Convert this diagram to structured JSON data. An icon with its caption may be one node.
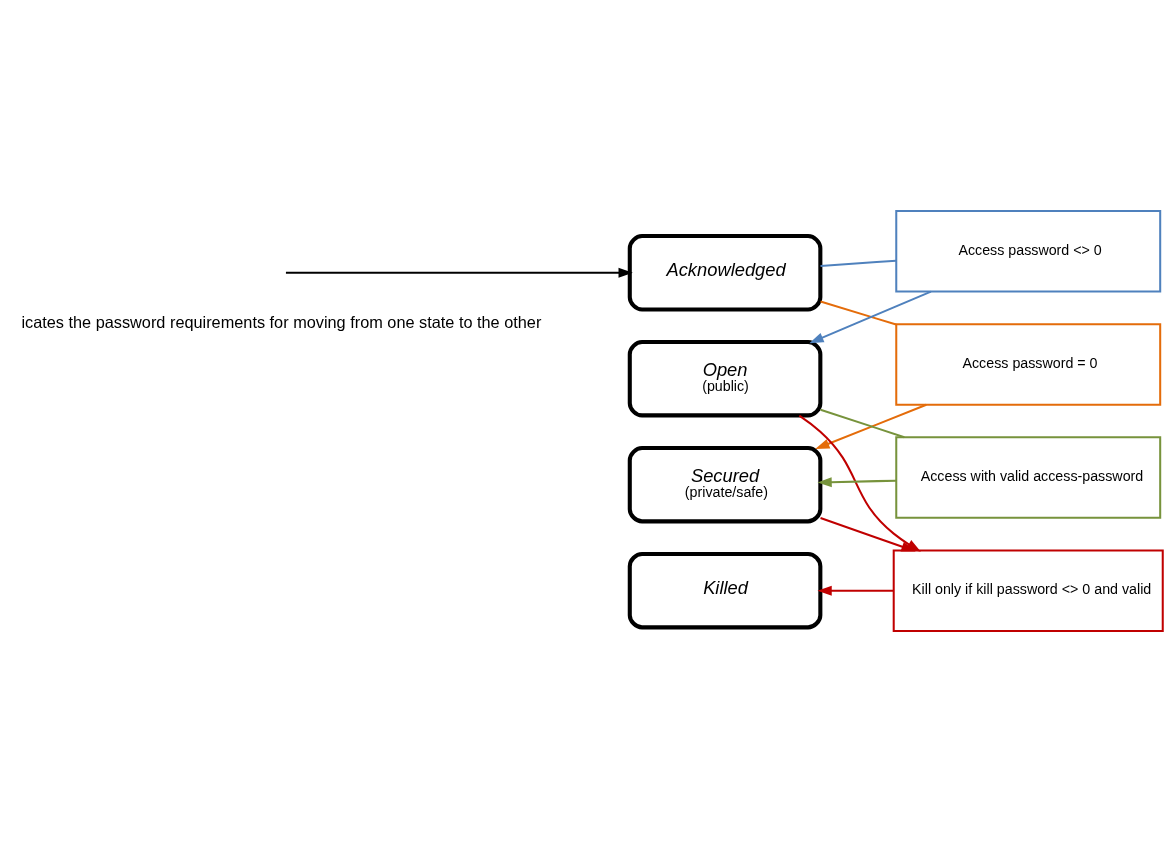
{
  "diagram": {
    "nodes": [
      {
        "text": [
          "Acknowledged"
        ]
      },
      {
        "text": [
          "Access password <> 0"
        ]
      },
      {
        "text": [
          "Access password = 0"
        ]
      },
      {
        "text": [
          "Open",
          "(public)"
        ]
      },
      {
        "text": [
          "Access with valid access-password"
        ]
      },
      {
        "text": [
          "Secured",
          "(private/safe)"
        ]
      },
      {
        "text": [
          "Kill only if kill password <> 0 and valid"
        ]
      },
      {
        "text": [
          "Killed"
        ]
      }
    ],
    "edges": [
      {
        "from": null,
        "to": 0,
        "arrow": "to",
        "color": "#000000"
      },
      {
        "from": 0,
        "to": 1,
        "arrow": "none",
        "color": "#4f81bd"
      },
      {
        "from": 1,
        "to": 3,
        "arrow": "to",
        "color": "#4f81bd"
      },
      {
        "from": 0,
        "to": 2,
        "arrow": "none",
        "color": "#e46c0a"
      },
      {
        "from": 2,
        "to": 5,
        "arrow": "to",
        "color": "#e46c0a"
      },
      {
        "from": 3,
        "to": 4,
        "arrow": "none",
        "color": "#77933c"
      },
      {
        "from": 4,
        "to": 5,
        "arrow": "to",
        "color": "#77933c"
      },
      {
        "from": 3,
        "to": 6,
        "arrow": "to",
        "color": "#c00000"
      },
      {
        "from": 5,
        "to": 6,
        "arrow": "to",
        "color": "#c00000"
      },
      {
        "from": 6,
        "to": 7,
        "arrow": "to",
        "color": "#c00000"
      }
    ],
    "labels": [
      "icates the password requirements for moving from one state to the other"
    ]
  }
}
